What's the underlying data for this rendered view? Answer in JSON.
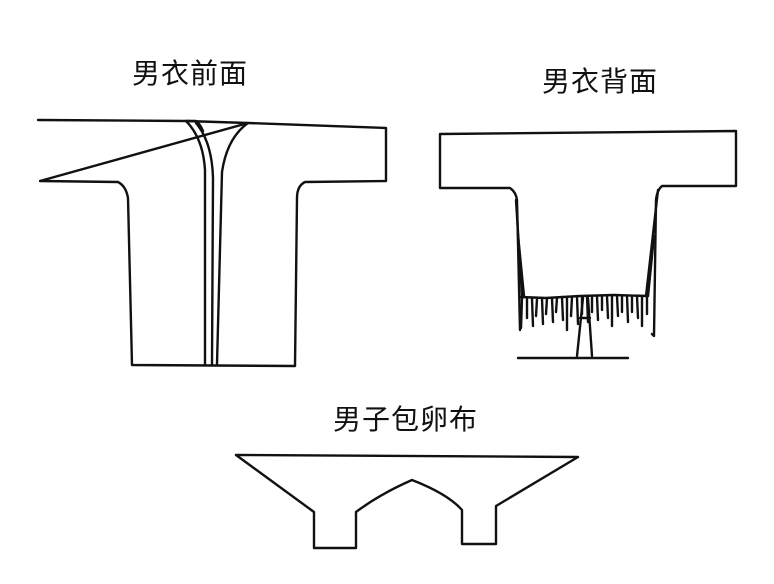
{
  "labels": {
    "front": "男衣前面",
    "back": "男衣背面",
    "loincloth": "男子包卵布"
  },
  "colors": {
    "line": "#111111",
    "background": "#ffffff"
  }
}
